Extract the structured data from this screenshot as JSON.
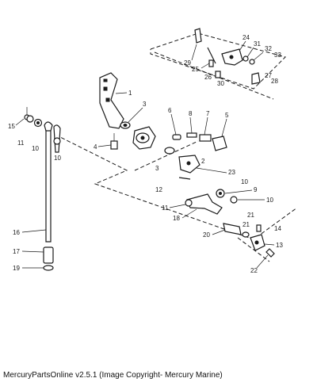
{
  "caption": "MercuryPartsOnline v2.5.1 (Image Copyright- Mercury Marine)",
  "callouts": [
    "1",
    "2",
    "3",
    "3",
    "4",
    "5",
    "6",
    "7",
    "8",
    "9",
    "10",
    "10",
    "10",
    "10",
    "11",
    "11",
    "12",
    "13",
    "14",
    "15",
    "16",
    "17",
    "18",
    "19",
    "20",
    "21",
    "21",
    "22",
    "23",
    "24",
    "25",
    "26",
    "27",
    "28",
    "29",
    "30",
    "31",
    "32",
    "33"
  ]
}
